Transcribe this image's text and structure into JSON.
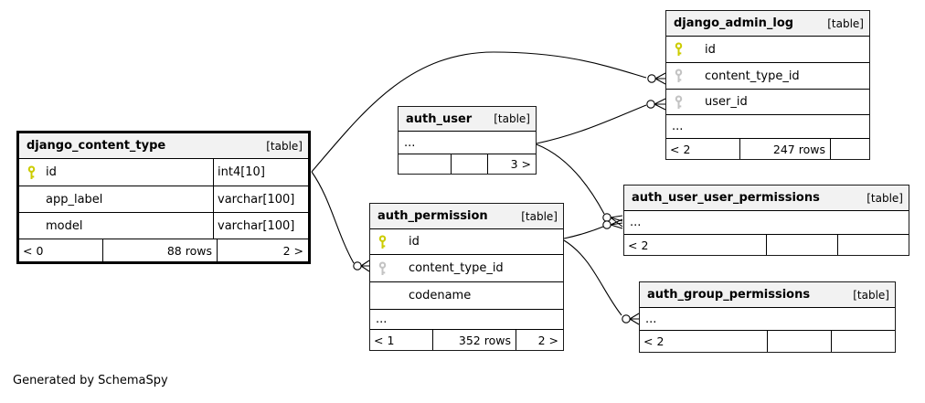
{
  "diagram": {
    "footer_note": "Generated by SchemaSpy",
    "table_tag": "[table]"
  },
  "colors": {
    "pk": "#cccc00",
    "fk": "#c3c3c3",
    "header-bg": "#f2f2f2"
  },
  "tables": [
    {
      "name": "django_content_type",
      "tag": "[table]",
      "rows": [
        {
          "key": "pk",
          "name": "id",
          "type": "int4[10]"
        },
        {
          "key": "",
          "name": "app_label",
          "type": "varchar[100]"
        },
        {
          "key": "",
          "name": "model",
          "type": "varchar[100]"
        }
      ],
      "footer": [
        "< 0",
        "88 rows",
        "2 >"
      ]
    },
    {
      "name": "auth_user",
      "tag": "[table]",
      "rows": [
        {
          "name": "..."
        }
      ],
      "footer": [
        "",
        "",
        "3 >"
      ]
    },
    {
      "name": "django_admin_log",
      "tag": "[table]",
      "rows": [
        {
          "key": "pk",
          "name": "id"
        },
        {
          "key": "fk",
          "name": "content_type_id"
        },
        {
          "key": "fk",
          "name": "user_id"
        },
        {
          "name": "..."
        }
      ],
      "footer": [
        "< 2",
        "247 rows",
        ""
      ]
    },
    {
      "name": "auth_permission",
      "tag": "[table]",
      "rows": [
        {
          "key": "pk",
          "name": "id"
        },
        {
          "key": "fk",
          "name": "content_type_id"
        },
        {
          "key": "",
          "name": "codename"
        },
        {
          "name": "..."
        }
      ],
      "footer": [
        "< 1",
        "352 rows",
        "2 >"
      ]
    },
    {
      "name": "auth_user_user_permissions",
      "tag": "[table]",
      "rows": [
        {
          "name": "..."
        }
      ],
      "footer": [
        "< 2",
        "",
        ""
      ]
    },
    {
      "name": "auth_group_permissions",
      "tag": "[table]",
      "rows": [
        {
          "name": "..."
        }
      ],
      "footer": [
        "< 2",
        "",
        ""
      ]
    }
  ],
  "relationships": [
    {
      "from": "django_content_type.id",
      "to": "django_admin_log.content_type_id"
    },
    {
      "from": "django_content_type.id",
      "to": "auth_permission.content_type_id"
    },
    {
      "from": "auth_user",
      "to": "django_admin_log.user_id"
    },
    {
      "from": "auth_user",
      "to": "auth_user_user_permissions"
    },
    {
      "from": "auth_permission",
      "to": "auth_user_user_permissions"
    },
    {
      "from": "auth_permission",
      "to": "auth_group_permissions"
    }
  ]
}
